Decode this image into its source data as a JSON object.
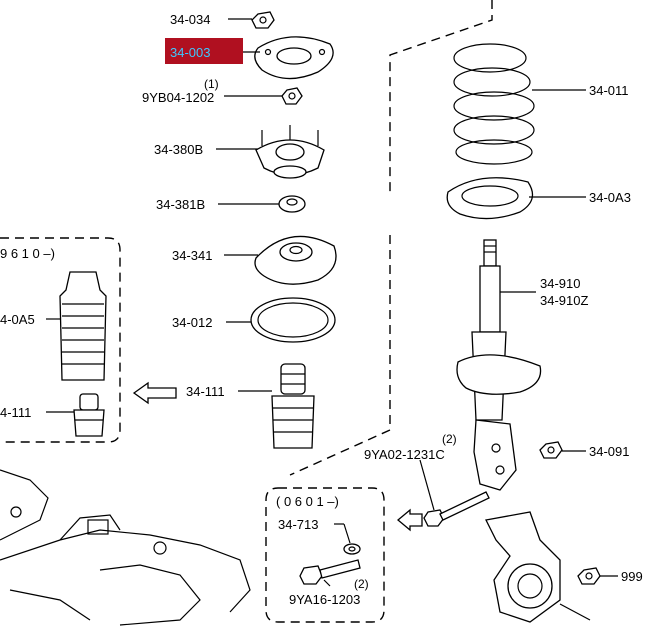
{
  "labels": {
    "p34034": "34-034",
    "p34003": "34-003",
    "p9yb04_qty": "(1)",
    "p9yb04": "9YB04-1202",
    "p34380b": "34-380B",
    "p34381b": "34-381B",
    "p34341": "34-341",
    "p34012": "34-012",
    "p34111": "34-111",
    "p34011": "34-011",
    "p340a3": "34-0A3",
    "p34910": "34-910",
    "p34910z": "34-910Z",
    "p9ya02_qty": "(2)",
    "p9ya02": "9YA02-1231C",
    "p34091": "34-091",
    "p999": "999",
    "left_date": "9 6 1 0 –)",
    "left_0a5": "4-0A5",
    "left_111": "4-111",
    "box_date": "( 0 6 0 1 –)",
    "p34713": "34-713",
    "p9ya16_qty": "(2)",
    "p9ya16": "9YA16-1203"
  },
  "colors": {
    "highlight_bg": "#b01020",
    "highlight_text": "#3ec8ff",
    "ink": "#000000"
  }
}
